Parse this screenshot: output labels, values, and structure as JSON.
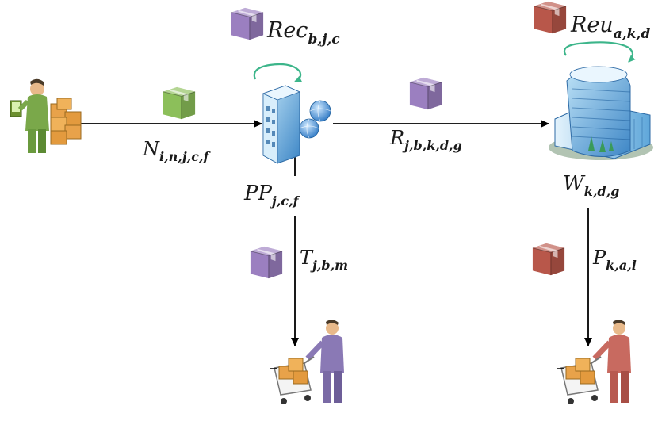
{
  "labels": {
    "rec": {
      "base": "Rec",
      "sub": "b,j,c"
    },
    "reu": {
      "base": "Reu",
      "sub": "a,k,d"
    },
    "n_flow": {
      "base": "N",
      "sub": "i,n,j,c,f"
    },
    "r_flow": {
      "base": "R",
      "sub": "j,b,k,d,g"
    },
    "pp": {
      "base": "PP",
      "sub": "j,c,f"
    },
    "w": {
      "base": "W",
      "sub": "k,d,g"
    },
    "t_flow": {
      "base": "T",
      "sub": "j,b,m"
    },
    "p_flow": {
      "base": "P",
      "sub": "k,a,l"
    }
  },
  "colors": {
    "package_green": "#8cbf5a",
    "package_purple": "#9b7fc0",
    "package_red": "#b8574a",
    "cycle_arrow": "#3cb58a",
    "arrow": "#000000",
    "customer_purple": "#8a79b5",
    "customer_red": "#c86a60",
    "supplier_green": "#7aa84a"
  },
  "icons": {
    "supplier": "supplier-person-icon",
    "plant": "production-plant-building-icon",
    "warehouse": "warehouse-building-icon",
    "customer": "customer-shopping-cart-icon",
    "package": "package-box-icon",
    "cycle": "cycle-arrow-icon"
  }
}
